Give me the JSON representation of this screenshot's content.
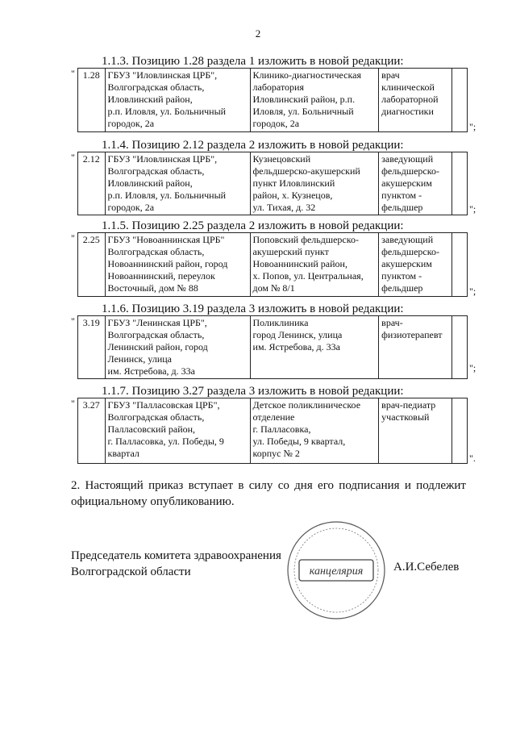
{
  "page_number": "2",
  "sections": [
    {
      "heading": "1.1.3. Позицию 1.28 раздела 1 изложить в новой редакции:",
      "num": "1.28",
      "org": [
        "ГБУЗ \"Иловлинская ЦРБ\",",
        "Волгоградская область,",
        "Иловлинский район,",
        "р.п. Иловля, ул. Больничный",
        "городок, 2а"
      ],
      "place": [
        "Клинико-диагностическая",
        "лаборатория",
        "Иловлинский район, р.п.",
        "Иловля, ул. Больничный",
        "городок, 2а"
      ],
      "position": [
        "врач",
        "клинической",
        "лабораторной",
        "диагностики"
      ],
      "open_quote": "\"",
      "close_quote": "\";"
    },
    {
      "heading": "1.1.4. Позицию 2.12 раздела 2 изложить в новой редакции:",
      "num": "2.12",
      "org": [
        "ГБУЗ \"Иловлинская ЦРБ\",",
        "Волгоградская область,",
        "Иловлинский район,",
        "р.п. Иловля, ул. Больничный",
        "городок, 2а"
      ],
      "place": [
        "Кузнецовский",
        "фельдшерско-акушерский",
        "пункт Иловлинский",
        "район, х. Кузнецов,",
        "ул. Тихая, д. 32"
      ],
      "position": [
        "заведующий",
        "фельдшерско-",
        "акушерским",
        "пунктом -",
        "фельдшер"
      ],
      "open_quote": "\"",
      "close_quote": "\";"
    },
    {
      "heading": "1.1.5. Позицию 2.25 раздела 2 изложить в новой редакции:",
      "num": "2.25",
      "org": [
        "ГБУЗ \"Новоаннинская ЦРБ\"",
        "Волгоградская область,",
        "Новоаннинский район, город",
        "Новоаннинский, переулок",
        "Восточный, дом № 88"
      ],
      "place": [
        "Поповский фельдшерско-",
        "акушерский пункт",
        "Новоаннинский район,",
        "х. Попов, ул. Центральная,",
        "дом № 8/1"
      ],
      "position": [
        "заведующий",
        "фельдшерско-",
        "акушерским",
        "пунктом -",
        "фельдшер"
      ],
      "open_quote": "\"",
      "close_quote": "\";"
    },
    {
      "heading": "1.1.6. Позицию 3.19 раздела 3 изложить в новой редакции:",
      "num": "3.19",
      "org": [
        "ГБУЗ \"Ленинская ЦРБ\",",
        "Волгоградская область,",
        "Ленинский район, город",
        "Ленинск, улица",
        "им. Ястребова, д. 33а"
      ],
      "place": [
        "Поликлиника",
        "город Ленинск, улица",
        "им. Ястребова, д. 33а"
      ],
      "position": [
        "врач-",
        "физиотерапевт"
      ],
      "open_quote": "\"",
      "close_quote": "\";"
    },
    {
      "heading": "1.1.7. Позицию 3.27 раздела 3 изложить в новой редакции:",
      "num": "3.27",
      "org": [
        "ГБУЗ \"Палласовская ЦРБ\",",
        "Волгоградская область,",
        "Палласовский район,",
        "г. Палласовка, ул. Победы, 9",
        "квартал"
      ],
      "place": [
        "Детское поликлиническое",
        "отделение",
        "г. Палласовка,",
        "ул. Победы, 9 квартал,",
        "корпус № 2"
      ],
      "position": [
        "врач-педиатр",
        "участковый"
      ],
      "open_quote": "\"",
      "close_quote": "\"."
    }
  ],
  "paragraph_2": "2. Настоящий приказ вступает в силу со дня его подписания и подлежит официальному опубликованию.",
  "signature": {
    "title_line1": "Председатель комитета здравоохранения",
    "title_line2": "Волгоградской области",
    "name": "А.И.Себелев",
    "stamp_text": "канцелярия"
  }
}
